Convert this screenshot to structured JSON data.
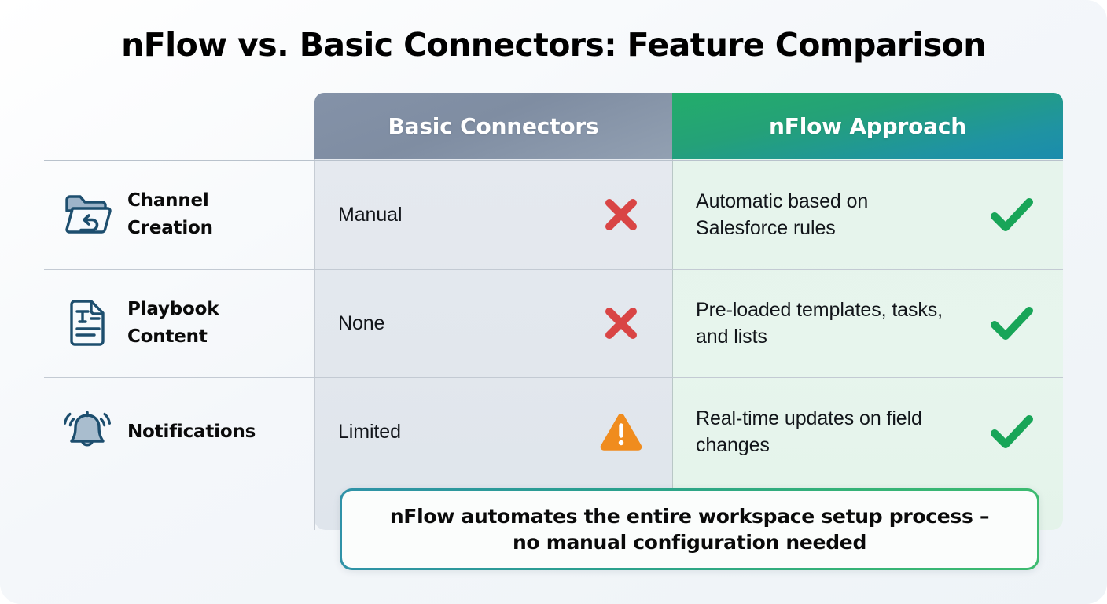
{
  "title": "nFlow vs. Basic Connectors: Feature Comparison",
  "columns": {
    "label_header": "",
    "basic_header": "Basic Connectors",
    "nflow_header": "nFlow Approach"
  },
  "colors": {
    "basic_header_bg": "#7f8da2",
    "nflow_header_from": "#23ad6a",
    "nflow_header_to": "#1b8cad",
    "basic_body_bg": "#e2e7ed",
    "nflow_body_bg": "#e6f4ec",
    "cross_red": "#d94545",
    "check_green": "#18a558",
    "warning_orange": "#f08c1e",
    "icon_navy": "#1d4e6e",
    "callout_border_from": "#2f92a8",
    "callout_border_to": "#3dbb70"
  },
  "rows": [
    {
      "icon": "folder-refresh-icon",
      "label": "Channel\nCreation",
      "basic_value": "Manual",
      "basic_status": "cross-icon",
      "nflow_value": "Automatic based on Salesforce rules",
      "nflow_status": "check-icon"
    },
    {
      "icon": "document-text-icon",
      "label": "Playbook\nContent",
      "basic_value": "None",
      "basic_status": "cross-icon",
      "nflow_value": "Pre-loaded templates, tasks, and lists",
      "nflow_status": "check-icon"
    },
    {
      "icon": "bell-ringing-icon",
      "label": "Notifications",
      "basic_value": "Limited",
      "basic_status": "warning-icon",
      "nflow_value": "Real-time updates on field changes",
      "nflow_status": "check-icon"
    }
  ],
  "callout": {
    "line1": "nFlow automates the entire workspace setup process –",
    "line2": "no manual configuration needed"
  }
}
